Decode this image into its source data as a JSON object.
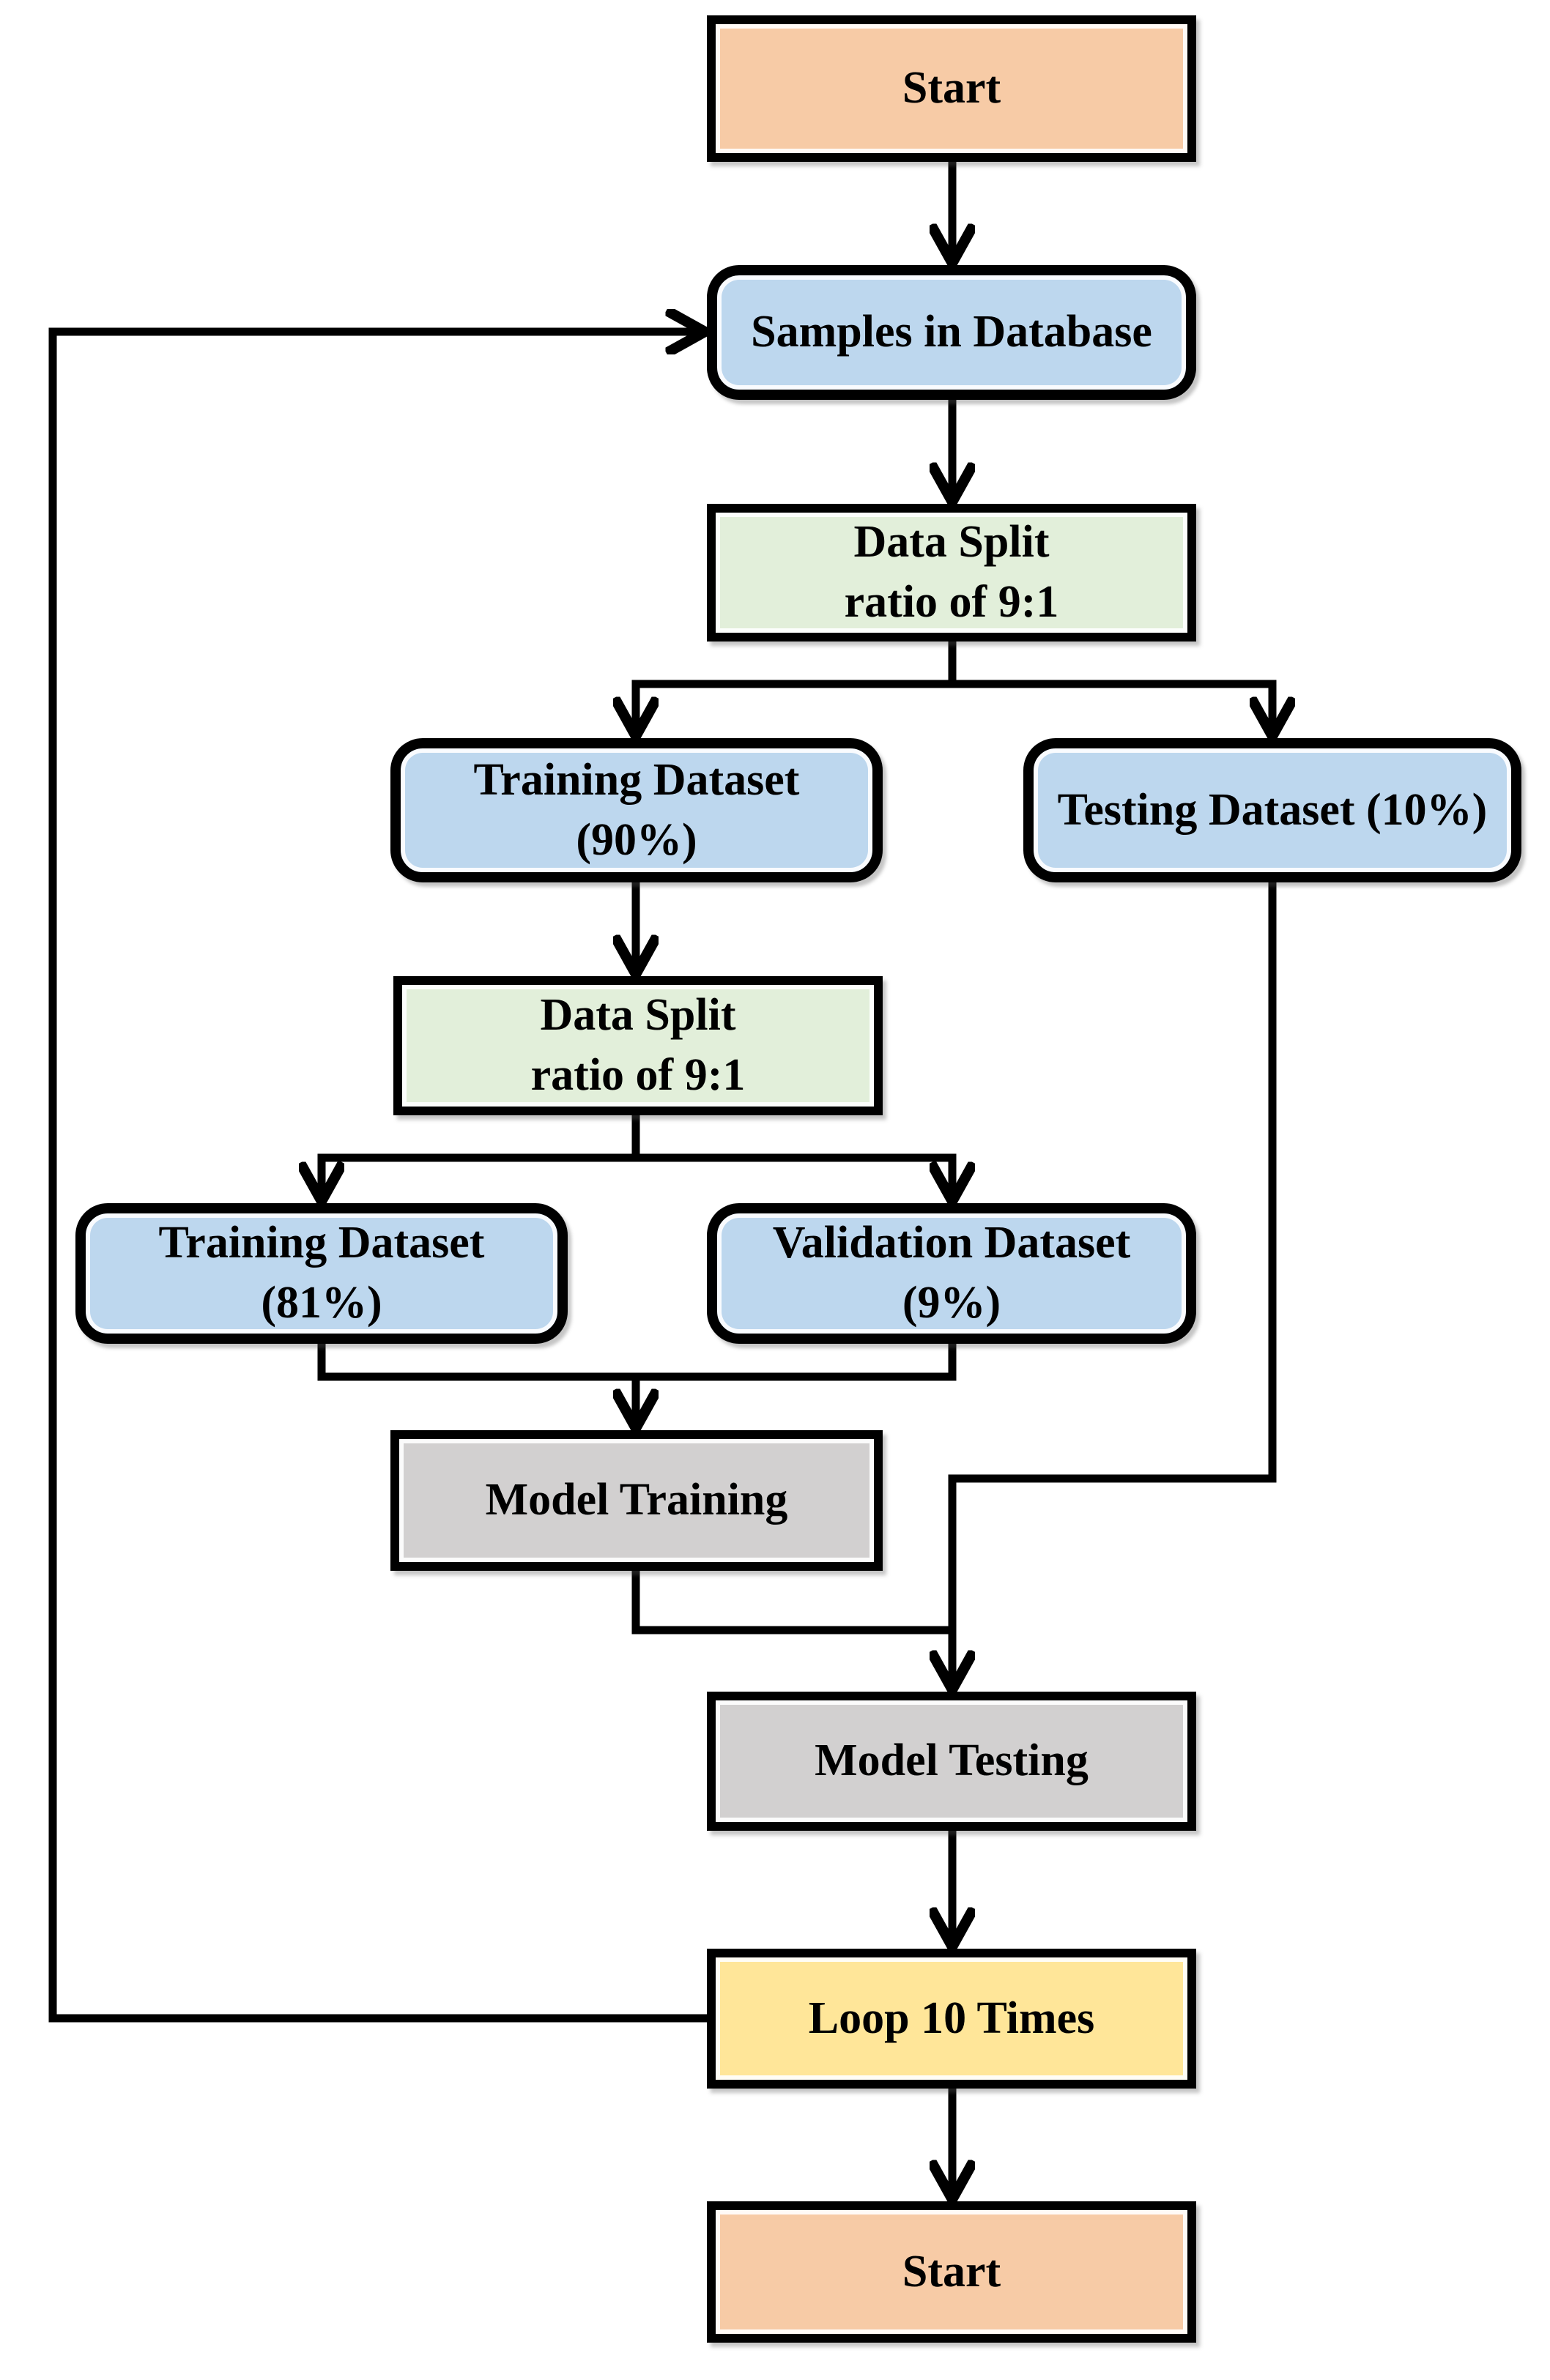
{
  "diagram": {
    "type": "flowchart",
    "nodes": [
      {
        "id": "start-top",
        "label": "Start",
        "shape": "rect",
        "fill": "#F7CBA6"
      },
      {
        "id": "samples",
        "label": "Samples in Database",
        "shape": "rounded",
        "fill": "#BDD7EE"
      },
      {
        "id": "data-split-1",
        "label": "Data Split\nratio of 9:1",
        "shape": "rect",
        "fill": "#E2EFDA"
      },
      {
        "id": "training-90",
        "label": "Training Dataset\n(90%)",
        "shape": "rounded",
        "fill": "#BDD7EE"
      },
      {
        "id": "testing-10",
        "label": "Testing Dataset (10%)",
        "shape": "rounded",
        "fill": "#BDD7EE"
      },
      {
        "id": "data-split-2",
        "label": "Data Split\nratio of 9:1",
        "shape": "rect",
        "fill": "#E2EFDA"
      },
      {
        "id": "training-81",
        "label": "Training Dataset\n(81%)",
        "shape": "rounded",
        "fill": "#BDD7EE"
      },
      {
        "id": "validation-9",
        "label": "Validation Dataset\n(9%)",
        "shape": "rounded",
        "fill": "#BDD7EE"
      },
      {
        "id": "model-training",
        "label": "Model Training",
        "shape": "rect",
        "fill": "#D2D0D0"
      },
      {
        "id": "model-testing",
        "label": "Model Testing",
        "shape": "rect",
        "fill": "#D2D0D0"
      },
      {
        "id": "loop-10",
        "label": "Loop 10 Times",
        "shape": "rect",
        "fill": "#FFE699"
      },
      {
        "id": "start-bottom",
        "label": "Start",
        "shape": "rect",
        "fill": "#F7CBA6"
      }
    ],
    "edges": [
      {
        "from": "start-top",
        "to": "samples"
      },
      {
        "from": "samples",
        "to": "data-split-1"
      },
      {
        "from": "data-split-1",
        "to": "training-90"
      },
      {
        "from": "data-split-1",
        "to": "testing-10"
      },
      {
        "from": "training-90",
        "to": "data-split-2"
      },
      {
        "from": "data-split-2",
        "to": "training-81"
      },
      {
        "from": "data-split-2",
        "to": "validation-9"
      },
      {
        "from": "training-81",
        "to": "model-training"
      },
      {
        "from": "validation-9",
        "to": "model-training"
      },
      {
        "from": "model-training",
        "to": "model-testing"
      },
      {
        "from": "testing-10",
        "to": "model-testing"
      },
      {
        "from": "model-testing",
        "to": "loop-10"
      },
      {
        "from": "loop-10",
        "to": "start-bottom"
      },
      {
        "from": "loop-10",
        "to": "samples",
        "note": "loop back"
      }
    ],
    "palette": {
      "terminator_peach": "#F7CBA6",
      "dataset_blue": "#BDD7EE",
      "split_green": "#E2EFDA",
      "model_gray": "#D2D0D0",
      "loop_yellow": "#FFE699",
      "line_black": "#000000"
    }
  }
}
